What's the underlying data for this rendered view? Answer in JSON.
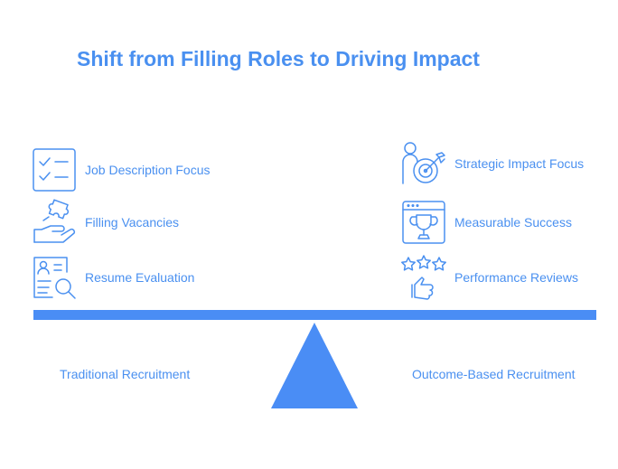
{
  "title": "Shift from Filling Roles to Driving Impact",
  "left": {
    "label": "Traditional Recruitment",
    "items": [
      {
        "label": "Job Description Focus",
        "icon": "checklist-icon"
      },
      {
        "label": "Filling Vacancies",
        "icon": "puzzle-hand-icon"
      },
      {
        "label": "Resume Evaluation",
        "icon": "resume-search-icon"
      }
    ]
  },
  "right": {
    "label": "Outcome-Based Recruitment",
    "items": [
      {
        "label": "Strategic Impact Focus",
        "icon": "target-person-icon"
      },
      {
        "label": "Measurable Success",
        "icon": "trophy-window-icon"
      },
      {
        "label": "Performance Reviews",
        "icon": "stars-hand-icon"
      }
    ]
  },
  "colors": {
    "accent": "#4a90f0",
    "beam": "#4a8df5"
  }
}
